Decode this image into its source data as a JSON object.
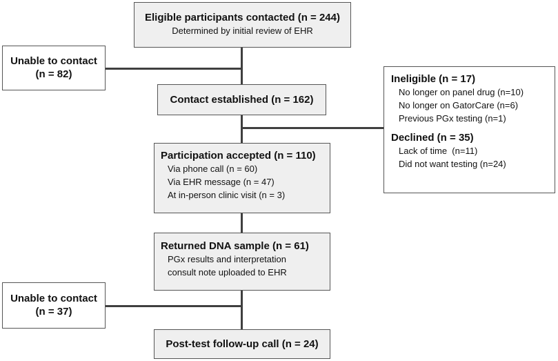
{
  "boxes": {
    "eligible": {
      "title": "Eligible participants contacted (n = 244)",
      "sub": "Determined by initial review of EHR"
    },
    "unable1": {
      "line1": "Unable to contact",
      "line2": "(n = 82)"
    },
    "contact": {
      "title": "Contact established (n = 162)"
    },
    "exclusions": {
      "ineligible_title": "Ineligible (n = 17)",
      "ineligible_items": [
        "No longer on panel drug (n=10)",
        "No longer on GatorCare (n=6)",
        "Previous PGx testing (n=1)"
      ],
      "declined_title": "Declined (n = 35)",
      "declined_items": [
        "Lack of time  (n=11)",
        "Did not want testing (n=24)"
      ]
    },
    "accepted": {
      "title": "Participation accepted (n = 110)",
      "items": [
        "Via phone call (n = 60)",
        "Via EHR message (n = 47)",
        "At in-person clinic visit (n = 3)"
      ]
    },
    "dna": {
      "title": "Returned DNA sample (n = 61)",
      "items": [
        "PGx results and interpretation",
        "consult note uploaded to EHR"
      ]
    },
    "unable2": {
      "line1": "Unable to contact",
      "line2": "(n = 37)"
    },
    "followup": {
      "title": "Post-test follow-up call (n = 24)"
    }
  },
  "colors": {
    "box_fill": "#efefef",
    "border": "#555555",
    "connector": "#3f3f3f"
  }
}
